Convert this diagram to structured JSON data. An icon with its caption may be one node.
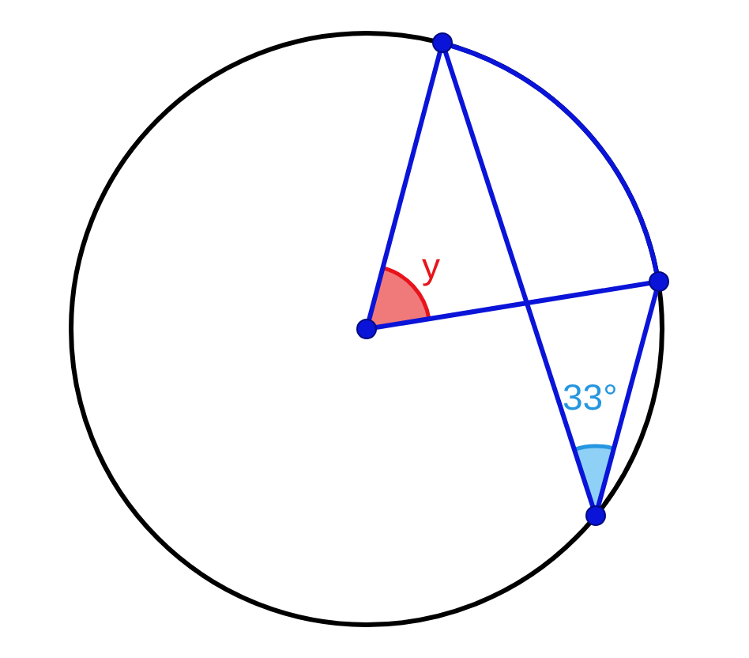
{
  "diagram": {
    "nodes": [
      {
        "text": [],
        "shape": "circle"
      },
      {
        "text": [],
        "shape": "circle"
      },
      {
        "text": [],
        "shape": "circle"
      },
      {
        "text": [],
        "shape": "circle"
      }
    ],
    "edges": [
      {
        "from": 0,
        "to": 1,
        "arrow": "none"
      },
      {
        "from": 0,
        "to": 2,
        "arrow": "none"
      },
      {
        "from": 1,
        "to": 3,
        "arrow": "none"
      },
      {
        "from": 3,
        "to": 2,
        "arrow": "none"
      },
      {
        "from": 1,
        "to": 2,
        "arrow": "none"
      }
    ],
    "labels": [
      "y",
      "33°"
    ]
  }
}
